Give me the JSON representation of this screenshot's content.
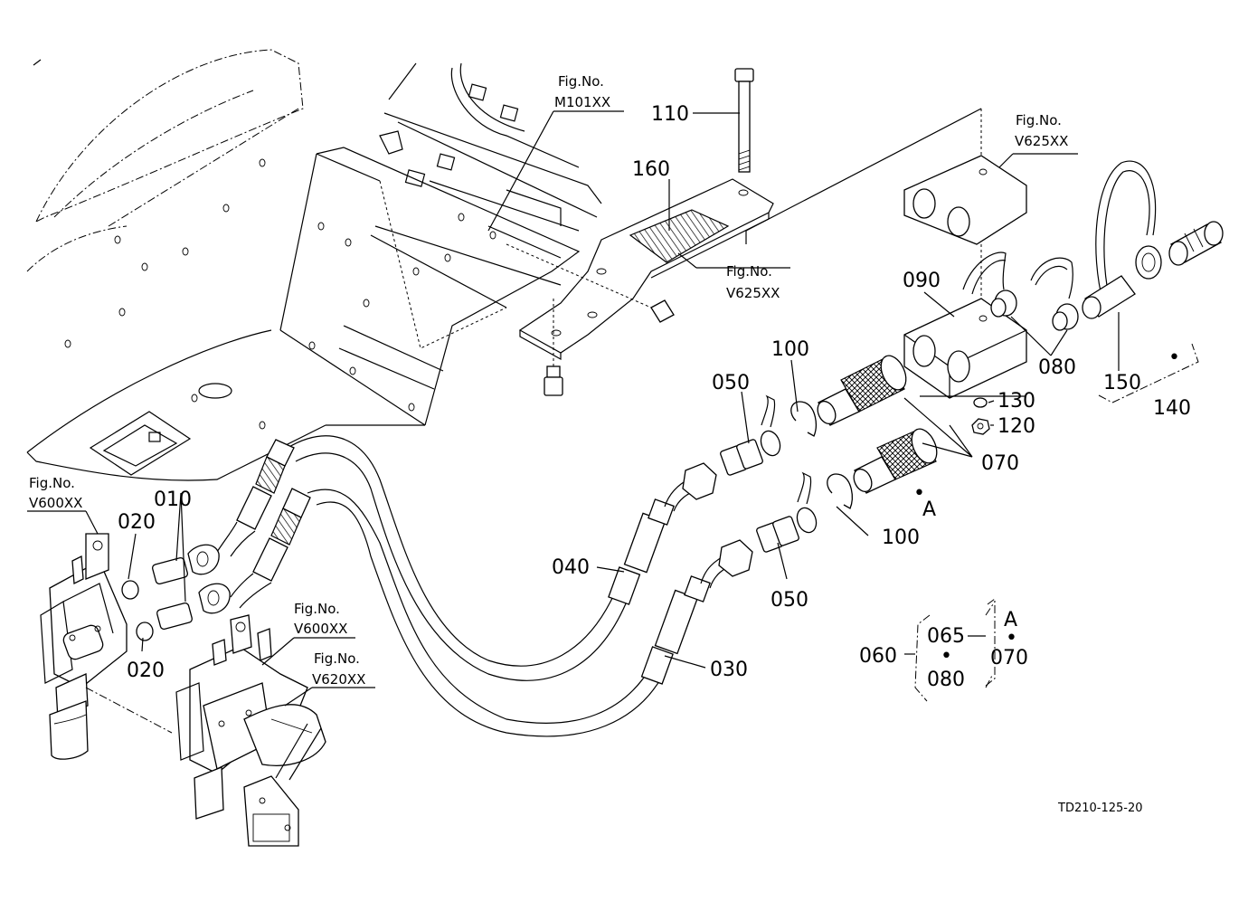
{
  "diagram": {
    "part_labels": {
      "p010": "010",
      "p020a": "020",
      "p020b": "020",
      "p030": "030",
      "p040": "040",
      "p050a": "050",
      "p050b": "050",
      "p060": "060",
      "p065": "065",
      "p070a": "070",
      "p070b": "070",
      "p080a": "080",
      "p080b": "080",
      "p090": "090",
      "p100a": "100",
      "p100b": "100",
      "p110": "110",
      "p120": "120",
      "p130": "130",
      "p140": "140",
      "p150": "150",
      "p160": "160",
      "markA1": "A",
      "markA2": "A",
      "dot1": "•",
      "dot2": "•"
    },
    "fig_refs": [
      {
        "title": "Fig.No.",
        "code": "M101XX"
      },
      {
        "title": "Fig.No.",
        "code": "V625XX"
      },
      {
        "title": "Fig.No.",
        "code": "V625XX"
      },
      {
        "title": "Fig.No.",
        "code": "V600XX"
      },
      {
        "title": "Fig.No.",
        "code": "V600XX"
      },
      {
        "title": "Fig.No.",
        "code": "V620XX"
      }
    ],
    "drawing_code": "TD210-125-20"
  }
}
